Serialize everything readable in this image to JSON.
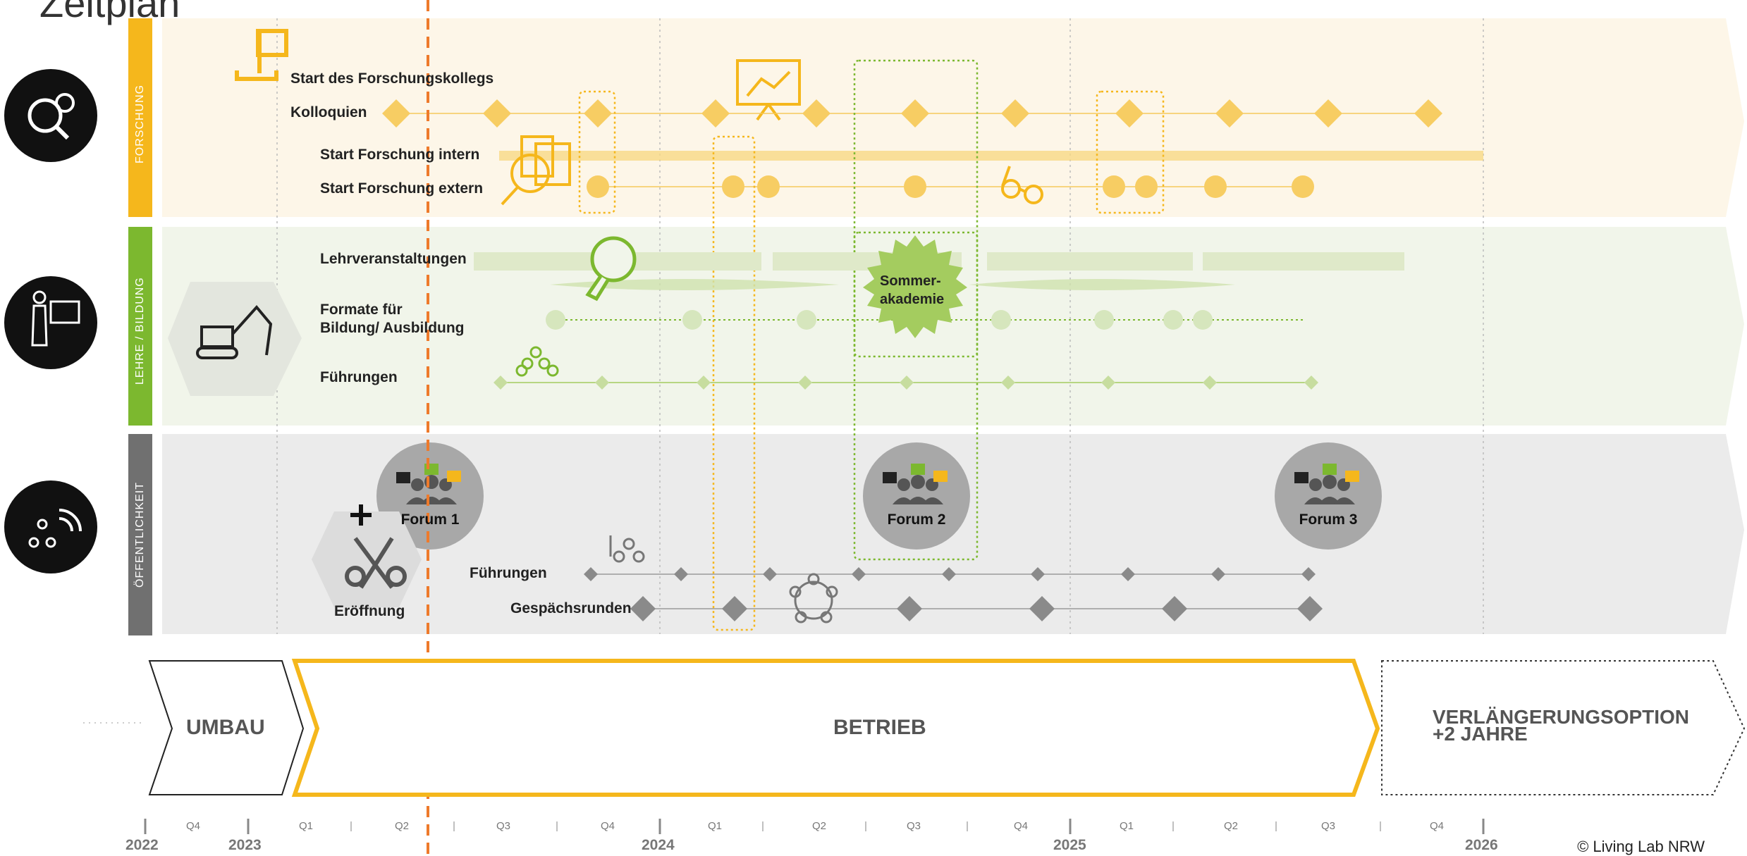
{
  "title": "Zeitplan",
  "colors": {
    "forschung": "#f5b71c",
    "lehre": "#7cb82f",
    "oeffentlichkeit": "#707070",
    "today": "#ee7a2b"
  },
  "lanes": {
    "forschung": "FORSCHUNG",
    "lehre": "LEHRE / BILDUNG",
    "oeffentlichkeit": "ÖFFENTLICHKEIT"
  },
  "forschung": {
    "start_label": "Start des Forschungskollegs",
    "kolloquien": "Kolloquien",
    "intern": "Start  Forschung intern",
    "extern": "Start  Forschung extern"
  },
  "lehre": {
    "lehrveranstaltungen": "Lehrveranstaltungen",
    "formate_1": "Formate für",
    "formate_2": "Bildung/ Ausbildung",
    "fuehrungen": "Führungen",
    "sommer_1": "Sommer-",
    "sommer_2": "akademie"
  },
  "oeffentlichkeit": {
    "forum1": "Forum 1",
    "forum2": "Forum 2",
    "forum3": "Forum 3",
    "fuehrungen": "Führungen",
    "gespraech": "Gespächsrunden",
    "eroeffnung": "Eröffnung"
  },
  "phases": {
    "umbau": "UMBAU",
    "betrieb": "BETRIEB",
    "verl_1": "VERLÄNGERUNGSOPTION",
    "verl_2": "+2 JAHRE"
  },
  "timeline": {
    "quarters": [
      "Q4",
      "Q1",
      "Q2",
      "Q3",
      "Q4",
      "Q1",
      "Q2",
      "Q3",
      "Q4",
      "Q1",
      "Q2",
      "Q3",
      "Q4"
    ],
    "years": [
      "2022",
      "2023",
      "2024",
      "2025",
      "2026"
    ]
  },
  "copyright": "© Living Lab NRW"
}
